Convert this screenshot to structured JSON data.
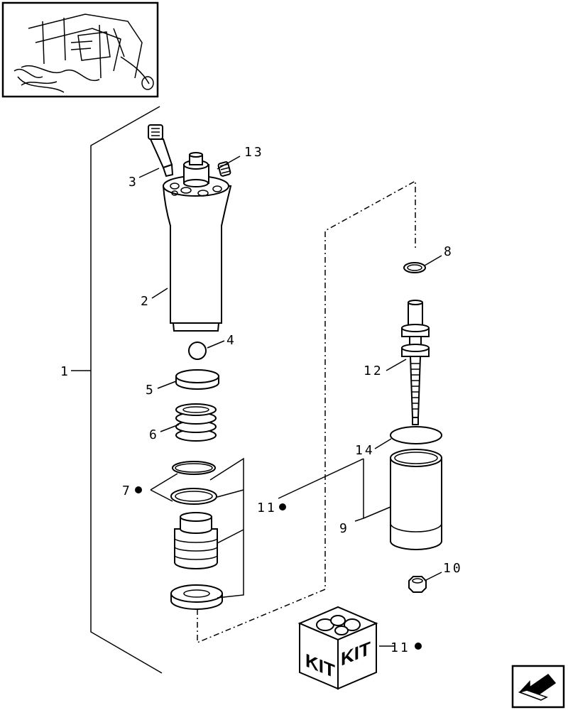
{
  "callouts": [
    {
      "id": "1",
      "text": "1"
    },
    {
      "id": "2",
      "text": "2"
    },
    {
      "id": "3",
      "text": "3"
    },
    {
      "id": "4",
      "text": "4"
    },
    {
      "id": "5",
      "text": "5"
    },
    {
      "id": "6",
      "text": "6"
    },
    {
      "id": "7",
      "text": "7"
    },
    {
      "id": "8",
      "text": "8"
    },
    {
      "id": "9",
      "text": "9"
    },
    {
      "id": "10",
      "text": "10"
    },
    {
      "id": "11a",
      "text": "11"
    },
    {
      "id": "11b",
      "text": "11"
    },
    {
      "id": "12",
      "text": "12"
    },
    {
      "id": "13",
      "text": "13"
    },
    {
      "id": "14",
      "text": "14"
    }
  ],
  "kit_box": {
    "left_face": "KIT",
    "right_face": "KIT"
  },
  "icons": {
    "bullet": "kit-bullet-icon",
    "nav": "next-page-arrow-icon",
    "thumbnail": "location-thumbnail"
  }
}
